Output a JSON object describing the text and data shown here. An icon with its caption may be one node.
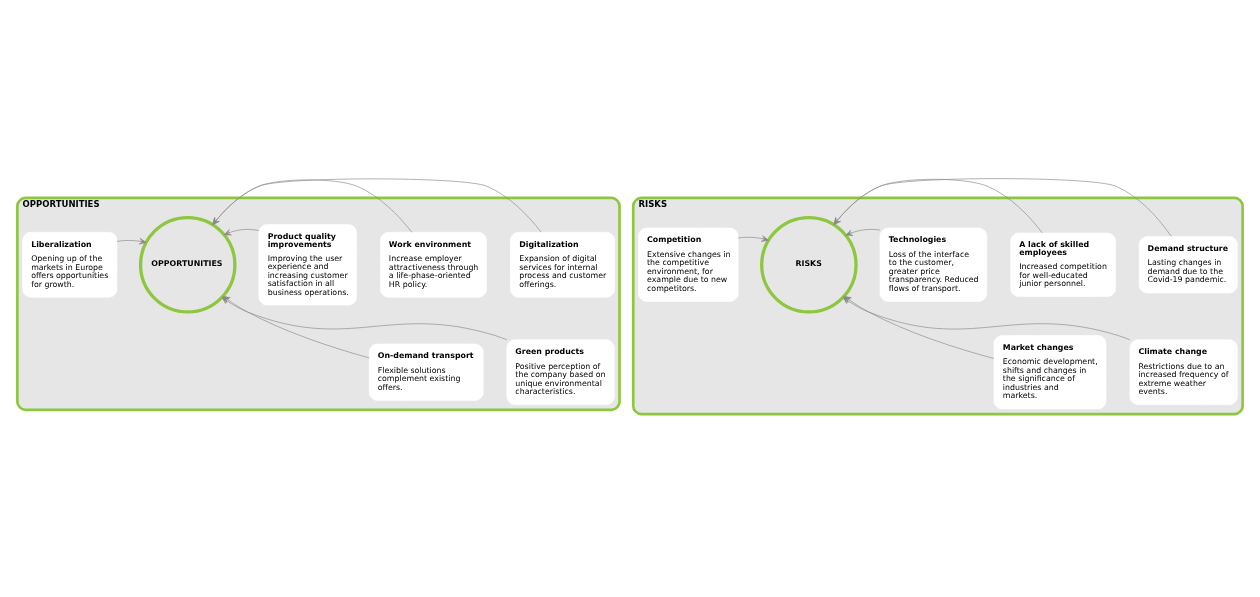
{
  "diagram": {
    "nodes": [
      {
        "text": [
          "OPPORTUNITIES"
        ]
      },
      {
        "text": [
          "Digitalization",
          "Expansion of digital services for internal process and customer offerings."
        ],
        "in": 0
      },
      {
        "text": [
          "Work environment",
          "Increase employer attractiveness through a life-phase-oriented HR policy."
        ],
        "in": 0
      },
      {
        "text": [
          "Liberalization",
          "Opening up of the markets in Europe offers opportunities for growth."
        ],
        "in": 0
      },
      {
        "text": [
          "OPPORTUNITIES"
        ],
        "in": 0
      },
      {
        "text": [
          "Product quality improvements",
          "Improving the user experience and increasing customer satisfaction in all business operations."
        ],
        "in": 0
      },
      {
        "text": [
          "On-demand transport",
          "Flexible solutions complement existing offers."
        ],
        "in": 0
      },
      {
        "text": [
          "Green products",
          "Positive perception of the company based on unique environmental characteristics."
        ],
        "in": 0
      },
      {
        "text": [
          "RISKS"
        ]
      },
      {
        "text": [
          "Demand structure",
          "Lasting changes in demand due to the Covid-19 pandemic."
        ],
        "in": 8
      },
      {
        "text": [
          "A lack of skilled employees",
          "Increased competition for well-educated junior personnel."
        ],
        "in": 8
      },
      {
        "text": [
          "Competition",
          "Extensive changes in the competitive environment, for example due to new competitors."
        ],
        "in": 8
      },
      {
        "text": [
          "RISKS"
        ],
        "in": 8
      },
      {
        "text": [
          "Technologies",
          "Loss of the interface to the customer, greater price transparency. Reduced flows of transport."
        ],
        "in": 8
      },
      {
        "text": [
          "Market changes",
          "Economic development, shifts and changes in the significance of industries and markets."
        ],
        "in": 8
      },
      {
        "text": [
          "Climate change",
          "Restrictions due to an increased frequency of extreme weather events."
        ],
        "in": 8
      }
    ],
    "edges": [
      {
        "from": 1,
        "to": 4,
        "arrow": "to"
      },
      {
        "from": 2,
        "to": 4,
        "arrow": "to"
      },
      {
        "from": 3,
        "to": 4,
        "arrow": "to"
      },
      {
        "from": 5,
        "to": 4,
        "arrow": "to"
      },
      {
        "from": 6,
        "to": 4,
        "arrow": "to"
      },
      {
        "from": 7,
        "to": 4,
        "arrow": "to"
      },
      {
        "from": 9,
        "to": 12,
        "arrow": "to"
      },
      {
        "from": 10,
        "to": 12,
        "arrow": "to"
      },
      {
        "from": 11,
        "to": 12,
        "arrow": "to"
      },
      {
        "from": 13,
        "to": 12,
        "arrow": "to"
      },
      {
        "from": 14,
        "to": 12,
        "arrow": "to"
      },
      {
        "from": 15,
        "to": 12,
        "arrow": "to"
      }
    ]
  }
}
